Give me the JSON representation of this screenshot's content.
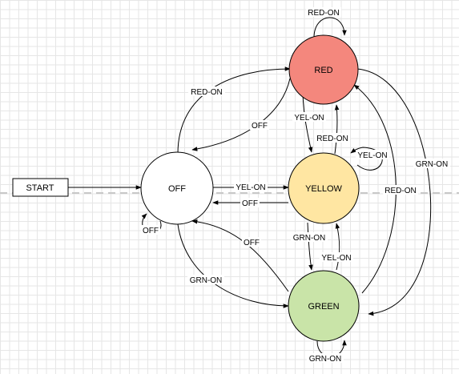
{
  "start": {
    "label": "START"
  },
  "states": {
    "red": {
      "label": "RED",
      "fill": "#f4877d"
    },
    "yellow": {
      "label": "YELLOW",
      "fill": "#ffe6a2"
    },
    "green": {
      "label": "GREEN",
      "fill": "#c9e4a8"
    },
    "off": {
      "label": "OFF",
      "fill": "#ffffff"
    }
  },
  "guide_line_color": "#c8c8c8",
  "transitions": {
    "red_self": "RED-ON",
    "off_to_red": "RED-ON",
    "red_to_off": "OFF",
    "red_to_yellow": "YEL-ON",
    "yellow_to_red": "RED-ON",
    "yellow_self": "YEL-ON",
    "off_to_yellow": "YEL-ON",
    "yellow_to_off": "OFF",
    "off_self": "OFF",
    "green_to_red": "RED-ON",
    "red_to_green": "GRN-ON",
    "yellow_to_green": "GRN-ON",
    "green_to_yellow": "YEL-ON",
    "green_to_off": "OFF",
    "off_to_green": "GRN-ON",
    "green_self": "GRN-ON"
  }
}
